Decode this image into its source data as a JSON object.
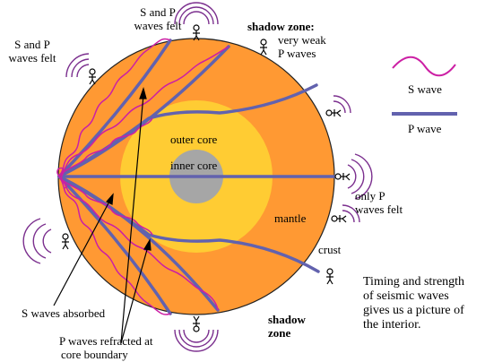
{
  "labels": {
    "sp_top_line1": "S and P",
    "sp_top_line2": "waves felt",
    "sp_left_line1": "S and P",
    "sp_left_line2": "waves felt",
    "shadow_top_title": "shadow zone:",
    "shadow_top_line1": "very weak",
    "shadow_top_line2": "P waves",
    "only_p_line1": "only P",
    "only_p_line2": "waves felt",
    "outer_core": "outer core",
    "inner_core": "inner core",
    "mantle": "mantle",
    "crust": "crust",
    "s_absorbed": "S waves absorbed",
    "p_refracted_line1": "P waves refracted at",
    "p_refracted_line2": "core boundary",
    "shadow_bottom_line1": "shadow",
    "shadow_bottom_line2": "zone"
  },
  "legend": {
    "s_wave": "S wave",
    "p_wave": "P wave"
  },
  "caption": {
    "line1": "Timing and strength",
    "line2": "of seismic waves",
    "line3": "gives us a picture of",
    "line4": "the interior."
  },
  "colors": {
    "crust": "#FF9933",
    "mantle": "#FF9933",
    "outer_core": "#FFCC33",
    "inner_core": "#A6A6A6",
    "outer_core_ring": "#FFDD55",
    "s_wave": "#CC1FA4",
    "p_wave": "#6262AE"
  }
}
